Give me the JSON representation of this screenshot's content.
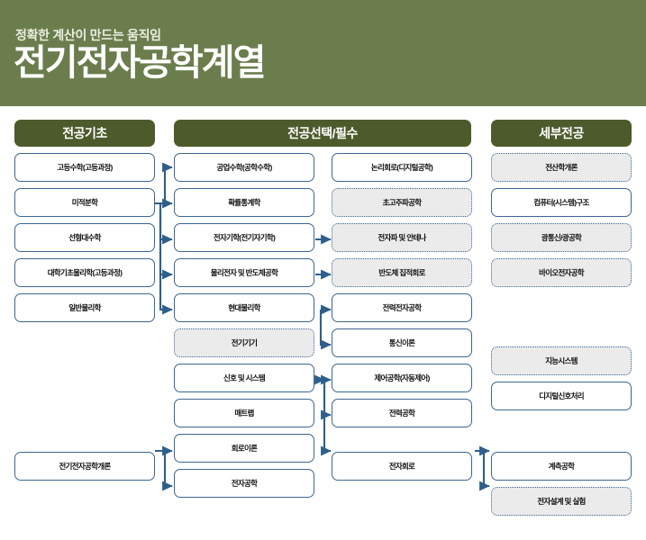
{
  "banner": {
    "subtitle": "정확한 계산이 만드는 움직임",
    "title": "전기전자공학계열",
    "bg_color": "#6b7d4d",
    "title_color": "#ffffff"
  },
  "theme": {
    "header_chip_color": "#4d5b2c",
    "box_border_color": "#3c6692",
    "box_fill": "#ffffff",
    "dashed_box_fill": "#ebebeb",
    "connector_color": "#2e5f8a",
    "page_background": "#ffffff"
  },
  "columns": [
    {
      "id": "col-basic",
      "header": "전공기초",
      "items": [
        {
          "label": "고등수학(고등과정)",
          "style": "solid"
        },
        {
          "label": "미적분학",
          "style": "solid"
        },
        {
          "label": "선형대수학",
          "style": "solid"
        },
        {
          "label": "대학기초물리학(고등과정)",
          "style": "solid"
        },
        {
          "label": "일반물리학",
          "style": "solid"
        },
        {
          "label": "전기전자공학개론",
          "style": "solid"
        }
      ]
    },
    {
      "id": "col-major-a",
      "header": "전공선택/필수",
      "items": [
        {
          "label": "공업수학(공학수학)",
          "style": "solid"
        },
        {
          "label": "확률통계학",
          "style": "solid"
        },
        {
          "label": "전자기학(전기자기학)",
          "style": "solid"
        },
        {
          "label": "물리전자 및 반도체공학",
          "style": "solid"
        },
        {
          "label": "현대물리학",
          "style": "solid"
        },
        {
          "label": "전기기기",
          "style": "dashed"
        },
        {
          "label": "신호 및 시스템",
          "style": "solid"
        },
        {
          "label": "매트랩",
          "style": "solid"
        },
        {
          "label": "회로이론",
          "style": "solid"
        },
        {
          "label": "전자공학",
          "style": "solid"
        }
      ]
    },
    {
      "id": "col-major-b",
      "header": "",
      "items": [
        {
          "label": "논리회로(디지털공학)",
          "style": "solid"
        },
        {
          "label": "초고주파공학",
          "style": "dashed"
        },
        {
          "label": "전자파 및 안테나",
          "style": "dashed"
        },
        {
          "label": "반도체 집적회로",
          "style": "dashed"
        },
        {
          "label": "전력전자공학",
          "style": "solid"
        },
        {
          "label": "통신이론",
          "style": "solid"
        },
        {
          "label": "제어공학(자동제어)",
          "style": "solid"
        },
        {
          "label": "전력공학",
          "style": "solid"
        },
        {
          "label": "전자회로",
          "style": "solid"
        }
      ]
    },
    {
      "id": "col-detail",
      "header": "세부전공",
      "items": [
        {
          "label": "전산학개론",
          "style": "dashed"
        },
        {
          "label": "컴퓨터(시스템)구조",
          "style": "solid"
        },
        {
          "label": "광통신/광공학",
          "style": "dashed"
        },
        {
          "label": "바이오전자공학",
          "style": "dashed"
        },
        {
          "label": "지능시스템",
          "style": "dashed"
        },
        {
          "label": "디지털신호처리",
          "style": "solid"
        },
        {
          "label": "계측공학",
          "style": "solid"
        },
        {
          "label": "전자설계 및 실험",
          "style": "dashed"
        }
      ]
    }
  ]
}
